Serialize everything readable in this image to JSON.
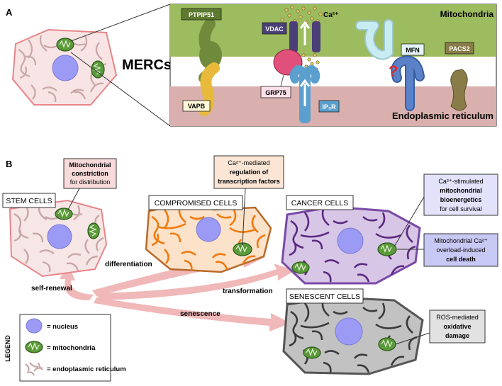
{
  "panel_a": {
    "label": "A",
    "title": "MERCs",
    "mito_label": "Mitochondria",
    "er_label": "Endoplasmic reticulum",
    "ca": "Ca²⁺",
    "proteins": {
      "ptpip51": "PTPIP51",
      "vdac": "VDAC",
      "vapb": "VAPB",
      "grp75": "GRP75",
      "ip3r": "IP₃R",
      "mfn": "MFN",
      "pacs2": "PACS2"
    },
    "question_mark": "?",
    "colors": {
      "mito_band": "#9dbb5f",
      "er_band": "#d9b0ad",
      "ptpip51": "#6f8a3a",
      "vapb": "#e8b93a",
      "grp75": "#e0507a",
      "vdac": "#4a3f77",
      "ip3r": "#5b9fce",
      "mfn_light": "#c9ecf2",
      "mfn_dark": "#5b82c8",
      "pacs2": "#8a7c48"
    }
  },
  "panel_b": {
    "label": "B",
    "cells": {
      "stem": "STEM CELLS",
      "compromised": "COMPROMISED CELLS",
      "cancer": "CANCER CELLS",
      "senescent": "SENESCENT CELLS"
    },
    "arrows": {
      "differentiation": "differentiation",
      "self_renewal": "self-renewal",
      "transformation": "transformation",
      "senescence": "senescence"
    },
    "notes": {
      "stem_l1": "Mitochondrial",
      "stem_l2": "constriction",
      "stem_l3": "for distribution",
      "comp_l1": "Ca²⁺-mediated",
      "comp_l2": "regulation of",
      "comp_l3": "transcription factors",
      "cancer1_l1": "Ca²⁺-stimulated",
      "cancer1_l2": "mitochondrial",
      "cancer1_l3": "bioenergetics",
      "cancer1_l4": "for cell survival",
      "cancer2_l1": "Mitochondrial Ca²⁺",
      "cancer2_l2": "overload-induced",
      "cancer2_l3": "cell death",
      "sen_l1": "ROS-mediated",
      "sen_l2": "oxidative",
      "sen_l3": "damage"
    },
    "legend": {
      "title": "LEGEND",
      "nucleus": "= nucleus",
      "mitochondria": "= mitochondria",
      "er": "= endoplasmic reticulum"
    },
    "colors": {
      "stem_fill": "#f7e6e6",
      "stem_border": "#e8858a",
      "comp_fill": "#fbe2c8",
      "comp_border": "#b8692a",
      "comp_er": "#f07a10",
      "cancer_fill": "#d8c6e6",
      "cancer_border": "#7a4aa6",
      "cancer_er": "#5a2a80",
      "sen_fill": "#c2c2c2",
      "sen_border": "#555555",
      "sen_er": "#3a3a3a",
      "nucleus": "#9b9bf5",
      "mito": "#5a9a3a",
      "arrow": "#f0b8b8"
    }
  }
}
